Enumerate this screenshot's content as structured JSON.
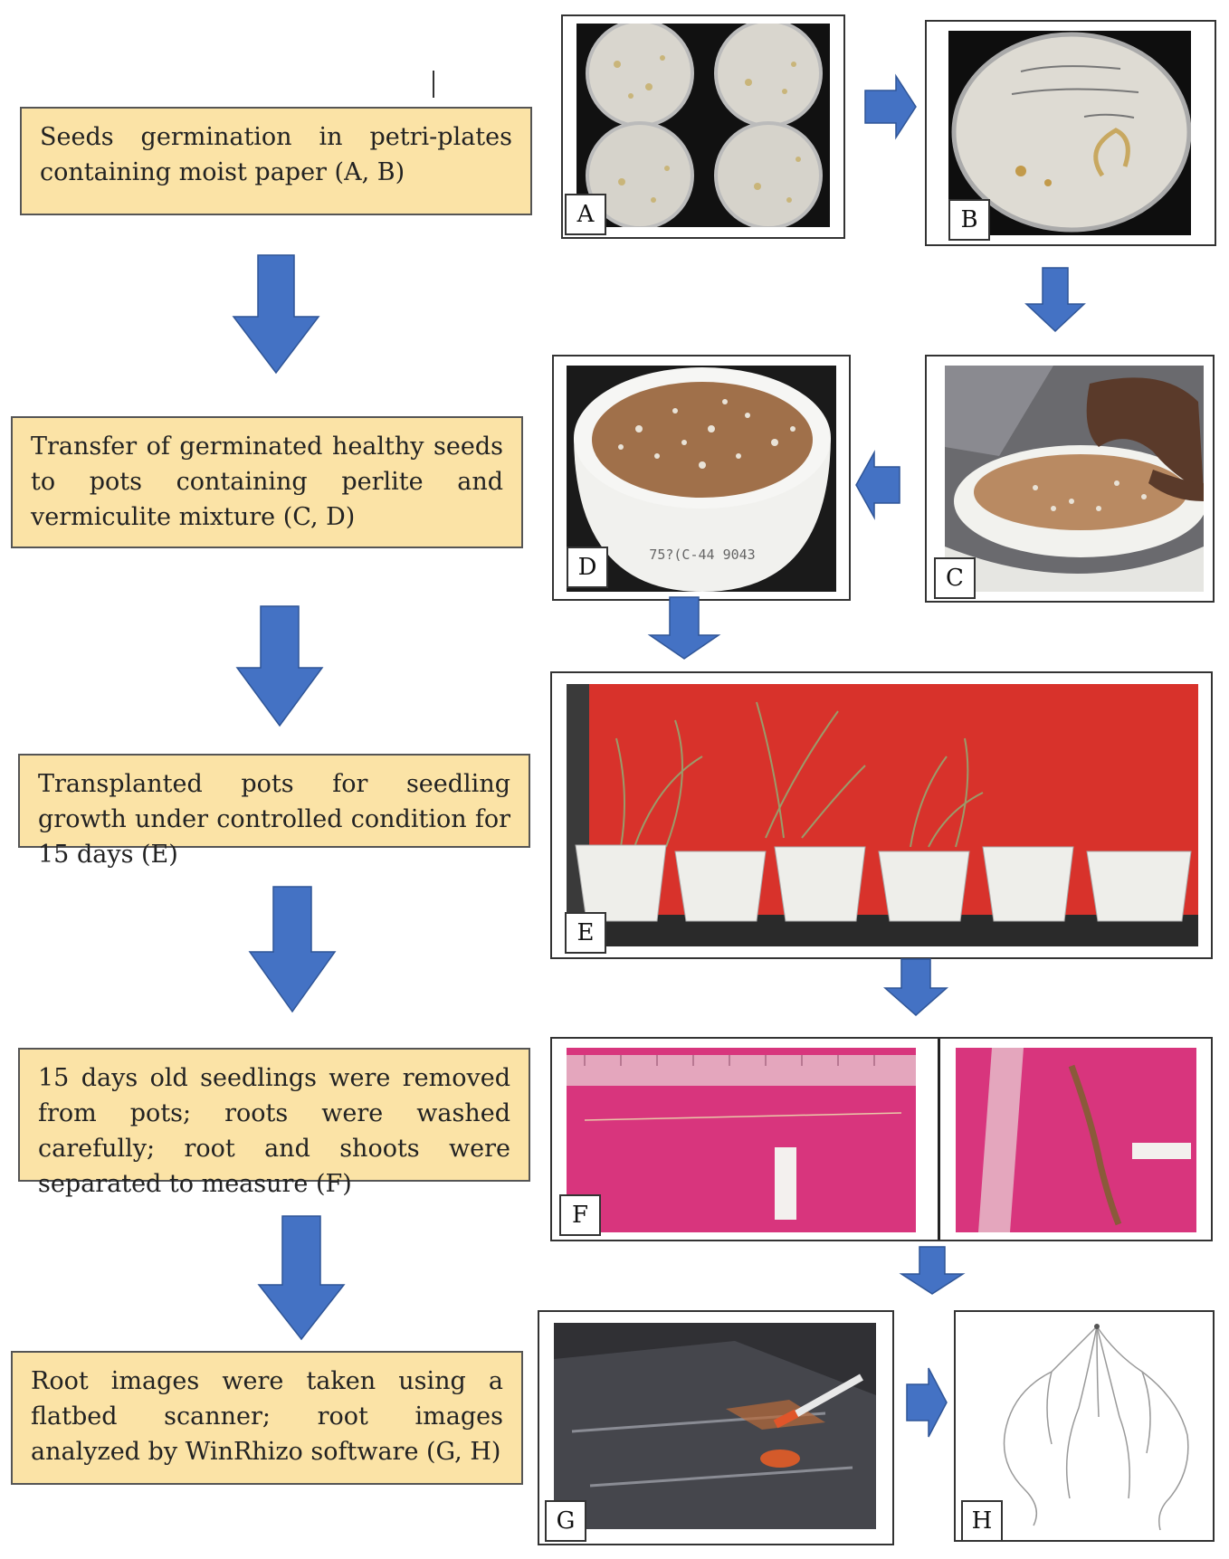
{
  "steps": [
    {
      "id": "step-1",
      "text": "Seeds germination in petri-plates containing moist paper (A, B)"
    },
    {
      "id": "step-2",
      "text": "Transfer of germinated healthy seeds to pots containing perlite and vermiculite mixture (C, D)"
    },
    {
      "id": "step-3",
      "text": "Transplanted pots for seedling growth under controlled condition for 15 days (E)"
    },
    {
      "id": "step-4",
      "text": "15 days old seedlings were removed from pots; roots were washed carefully; root and shoots were separated to measure (F)"
    },
    {
      "id": "step-5",
      "text": "Root images were taken using a flatbed scanner; root images analyzed by WinRhizo software (G, H)"
    }
  ],
  "panels": {
    "A": "A",
    "B": "B",
    "C": "C",
    "D": "D",
    "E": "E",
    "F": "F",
    "G": "G",
    "H": "H"
  },
  "photo_labels": {
    "d_pot": "75?(C-44 9043"
  },
  "colors": {
    "step_fill": "#fbe3a6",
    "arrow": "#4472c4",
    "pink": "#d8357d",
    "red_backdrop": "#d8322b"
  }
}
